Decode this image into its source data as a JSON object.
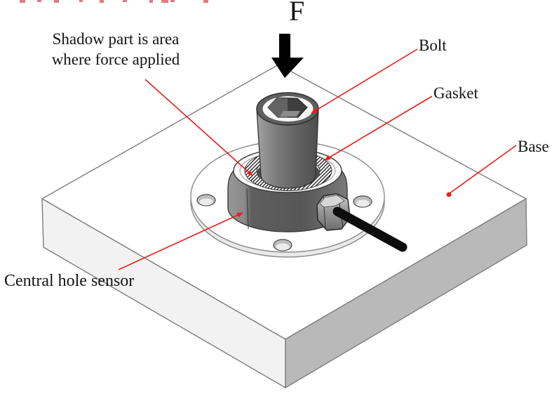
{
  "diagram": {
    "labels": {
      "force": "F",
      "shadow_line1": "Shadow part is area",
      "shadow_line2": "where force applied",
      "bolt": "Bolt",
      "gasket": "Gasket",
      "base": "Base",
      "sensor": "Central hole sensor"
    },
    "parts": [
      "Bolt",
      "Gasket",
      "Base",
      "Central hole sensor",
      "Shadow (force application area)"
    ],
    "colors": {
      "leader_line": "#ec1c16",
      "force_arrow": "#000000",
      "base_top_face": "#ffffff",
      "base_left_face": "#f2f2f2",
      "base_right_face": "#b9b9b9",
      "flange_face": "#ffffff",
      "hatch_line": "#141414",
      "cable": "#0d0d0d"
    }
  }
}
